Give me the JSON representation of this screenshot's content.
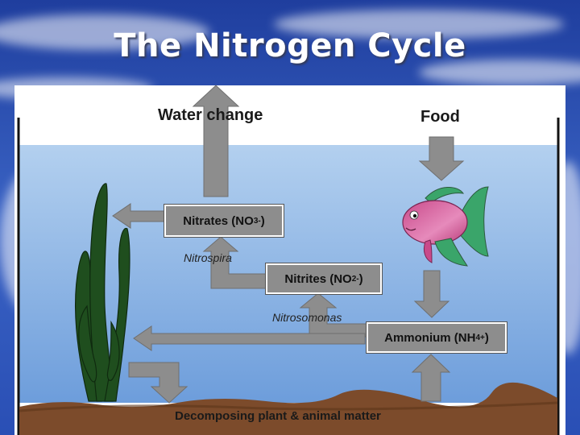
{
  "slide": {
    "title": "The Nitrogen Cycle"
  },
  "diagram": {
    "water_change_label": "Water change",
    "food_label": "Food",
    "nitrates": {
      "text": "Nitrates (NO",
      "sub": "3",
      "sup": "-",
      "close": ")"
    },
    "nitrospira_label": "Nitrospira",
    "nitrites": {
      "text": "Nitrites (NO",
      "sub": "2",
      "sup": "-",
      "close": ")"
    },
    "nitrosomonas_label": "Nitrosomonas",
    "ammonium": {
      "text": "Ammonium (NH",
      "sub": "4",
      "sup": "+",
      "close": ")"
    },
    "decomposing_label": "Decomposing plant & animal matter",
    "colors": {
      "water_top": "#a9c8ea",
      "water_bottom": "#6f9fd9",
      "sediment": "#7a4a2a",
      "arrow": "#8d8d8d",
      "box": "#8d8d8d",
      "plant": "#1f4e1e",
      "fish_body": "#d6589c",
      "fish_fin": "#3aa56a"
    }
  }
}
